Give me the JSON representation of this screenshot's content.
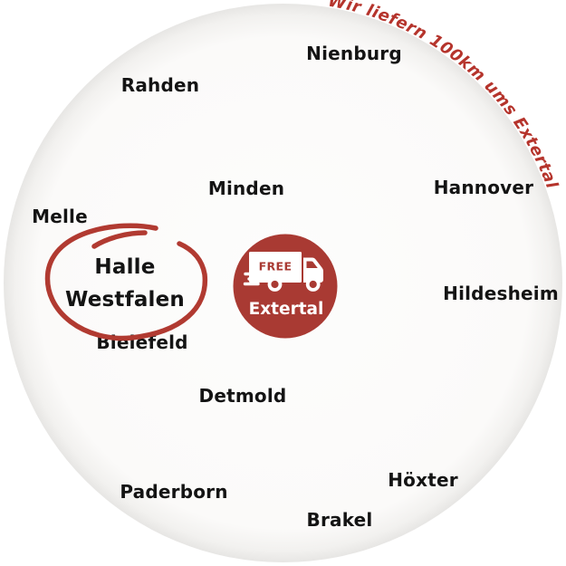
{
  "arc": {
    "label": "Wir liefern 100km ums Extertal",
    "color": "#b5342c"
  },
  "map": {
    "cities": [
      {
        "name": "Nienburg"
      },
      {
        "name": "Rahden"
      },
      {
        "name": "Minden"
      },
      {
        "name": "Hannover"
      },
      {
        "name": "Melle"
      },
      {
        "name": "Hildesheim"
      },
      {
        "name": "Bielefeld"
      },
      {
        "name": "Detmold"
      },
      {
        "name": "Paderborn"
      },
      {
        "name": "Brakel"
      },
      {
        "name": "Höxter"
      }
    ],
    "highlight": {
      "line1": "Halle",
      "line2": "Westfalen",
      "annotation_color": "#b13a31"
    }
  },
  "badge": {
    "free_label": "FREE",
    "location_label": "Extertal",
    "color": "#a93a33"
  },
  "area_circle": {
    "fill": "#fbfaf9",
    "rim": "#e7e6e4"
  }
}
